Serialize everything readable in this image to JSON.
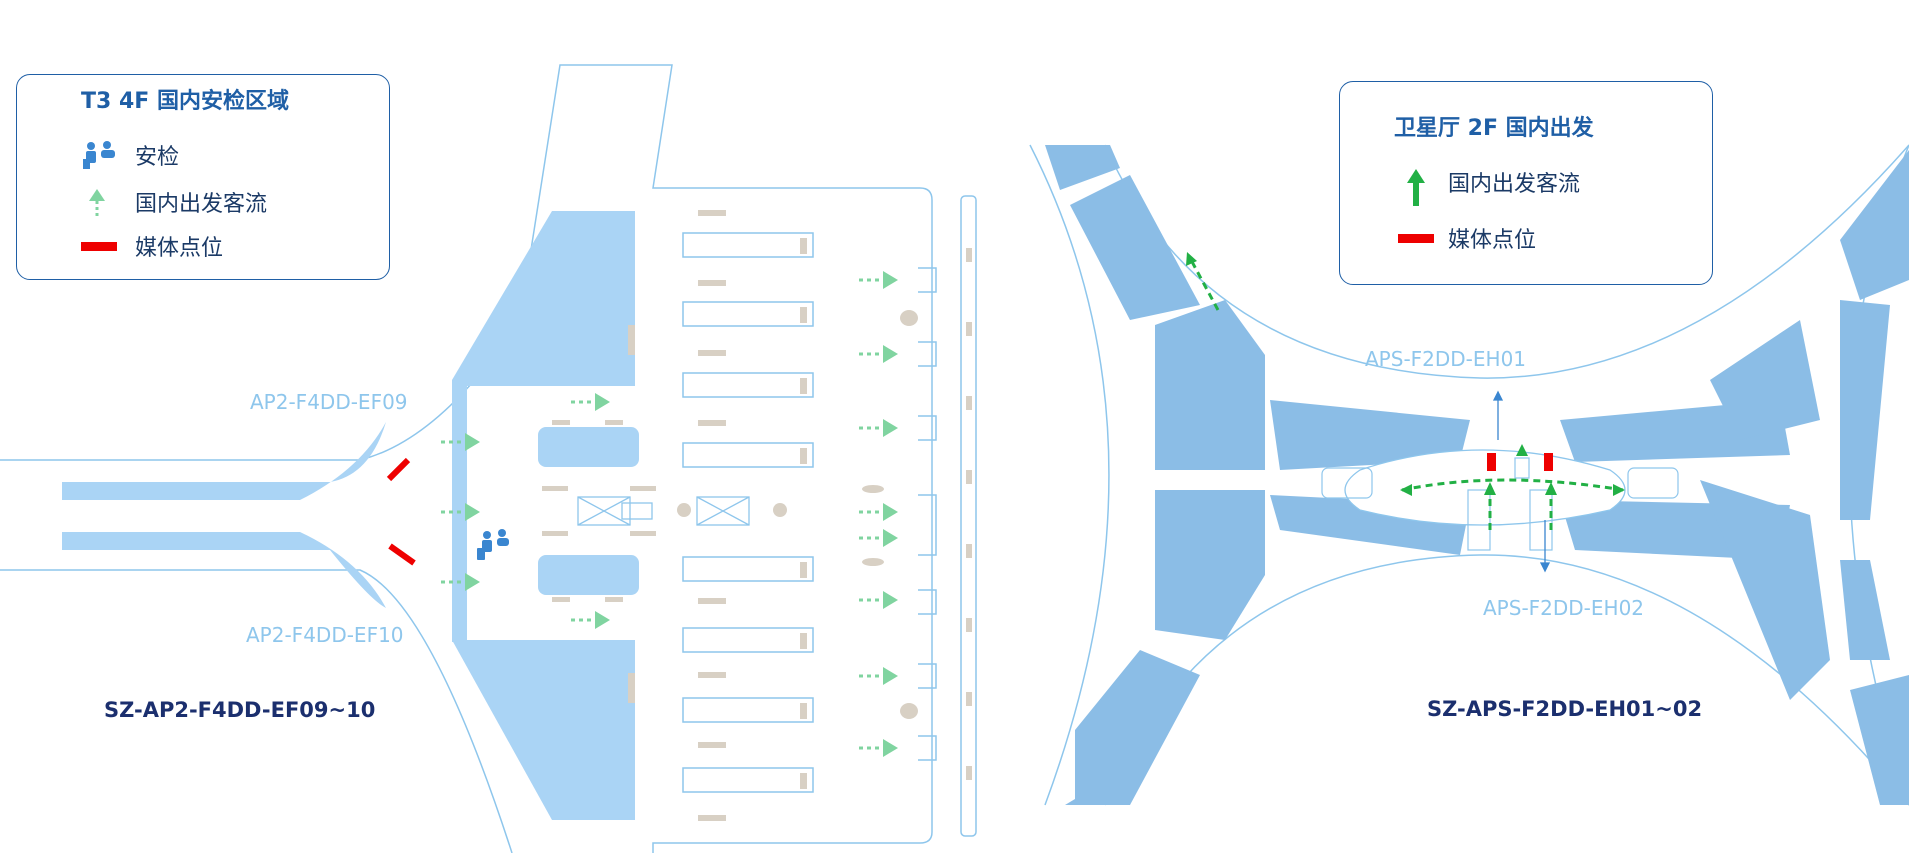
{
  "left_plan": {
    "legend": {
      "title": "T3 4F 国内安检区域",
      "items": [
        {
          "icon": "security-check-icon",
          "label": "安检"
        },
        {
          "icon": "dashed-green-arrow-icon",
          "label": "国内出发客流"
        },
        {
          "icon": "red-bar-icon",
          "label": "媒体点位"
        }
      ]
    },
    "point_labels": [
      "AP2-F4DD-EF09",
      "AP2-F4DD-EF10"
    ],
    "plan_code": "SZ-AP2-F4DD-EF09~10"
  },
  "right_plan": {
    "legend": {
      "title": "卫星厅 2F 国内出发",
      "items": [
        {
          "icon": "green-arrow-icon",
          "label": "国内出发客流"
        },
        {
          "icon": "red-bar-icon",
          "label": "媒体点位"
        }
      ]
    },
    "point_labels": [
      "APS-F2DD-EH01",
      "APS-F2DD-EH02"
    ],
    "plan_code": "SZ-APS-F2DD-EH01~02"
  },
  "colors": {
    "outline": "#8ec6ec",
    "fill_light": "#aad4f5",
    "fill_mid": "#8bbde6",
    "legend_border": "#1f5fa6",
    "flow_green": "#80d4a0",
    "flow_green_dark": "#22b045",
    "media_red": "#ee0000",
    "furniture": "#d8d0c4",
    "code_text": "#1b2f6e"
  }
}
